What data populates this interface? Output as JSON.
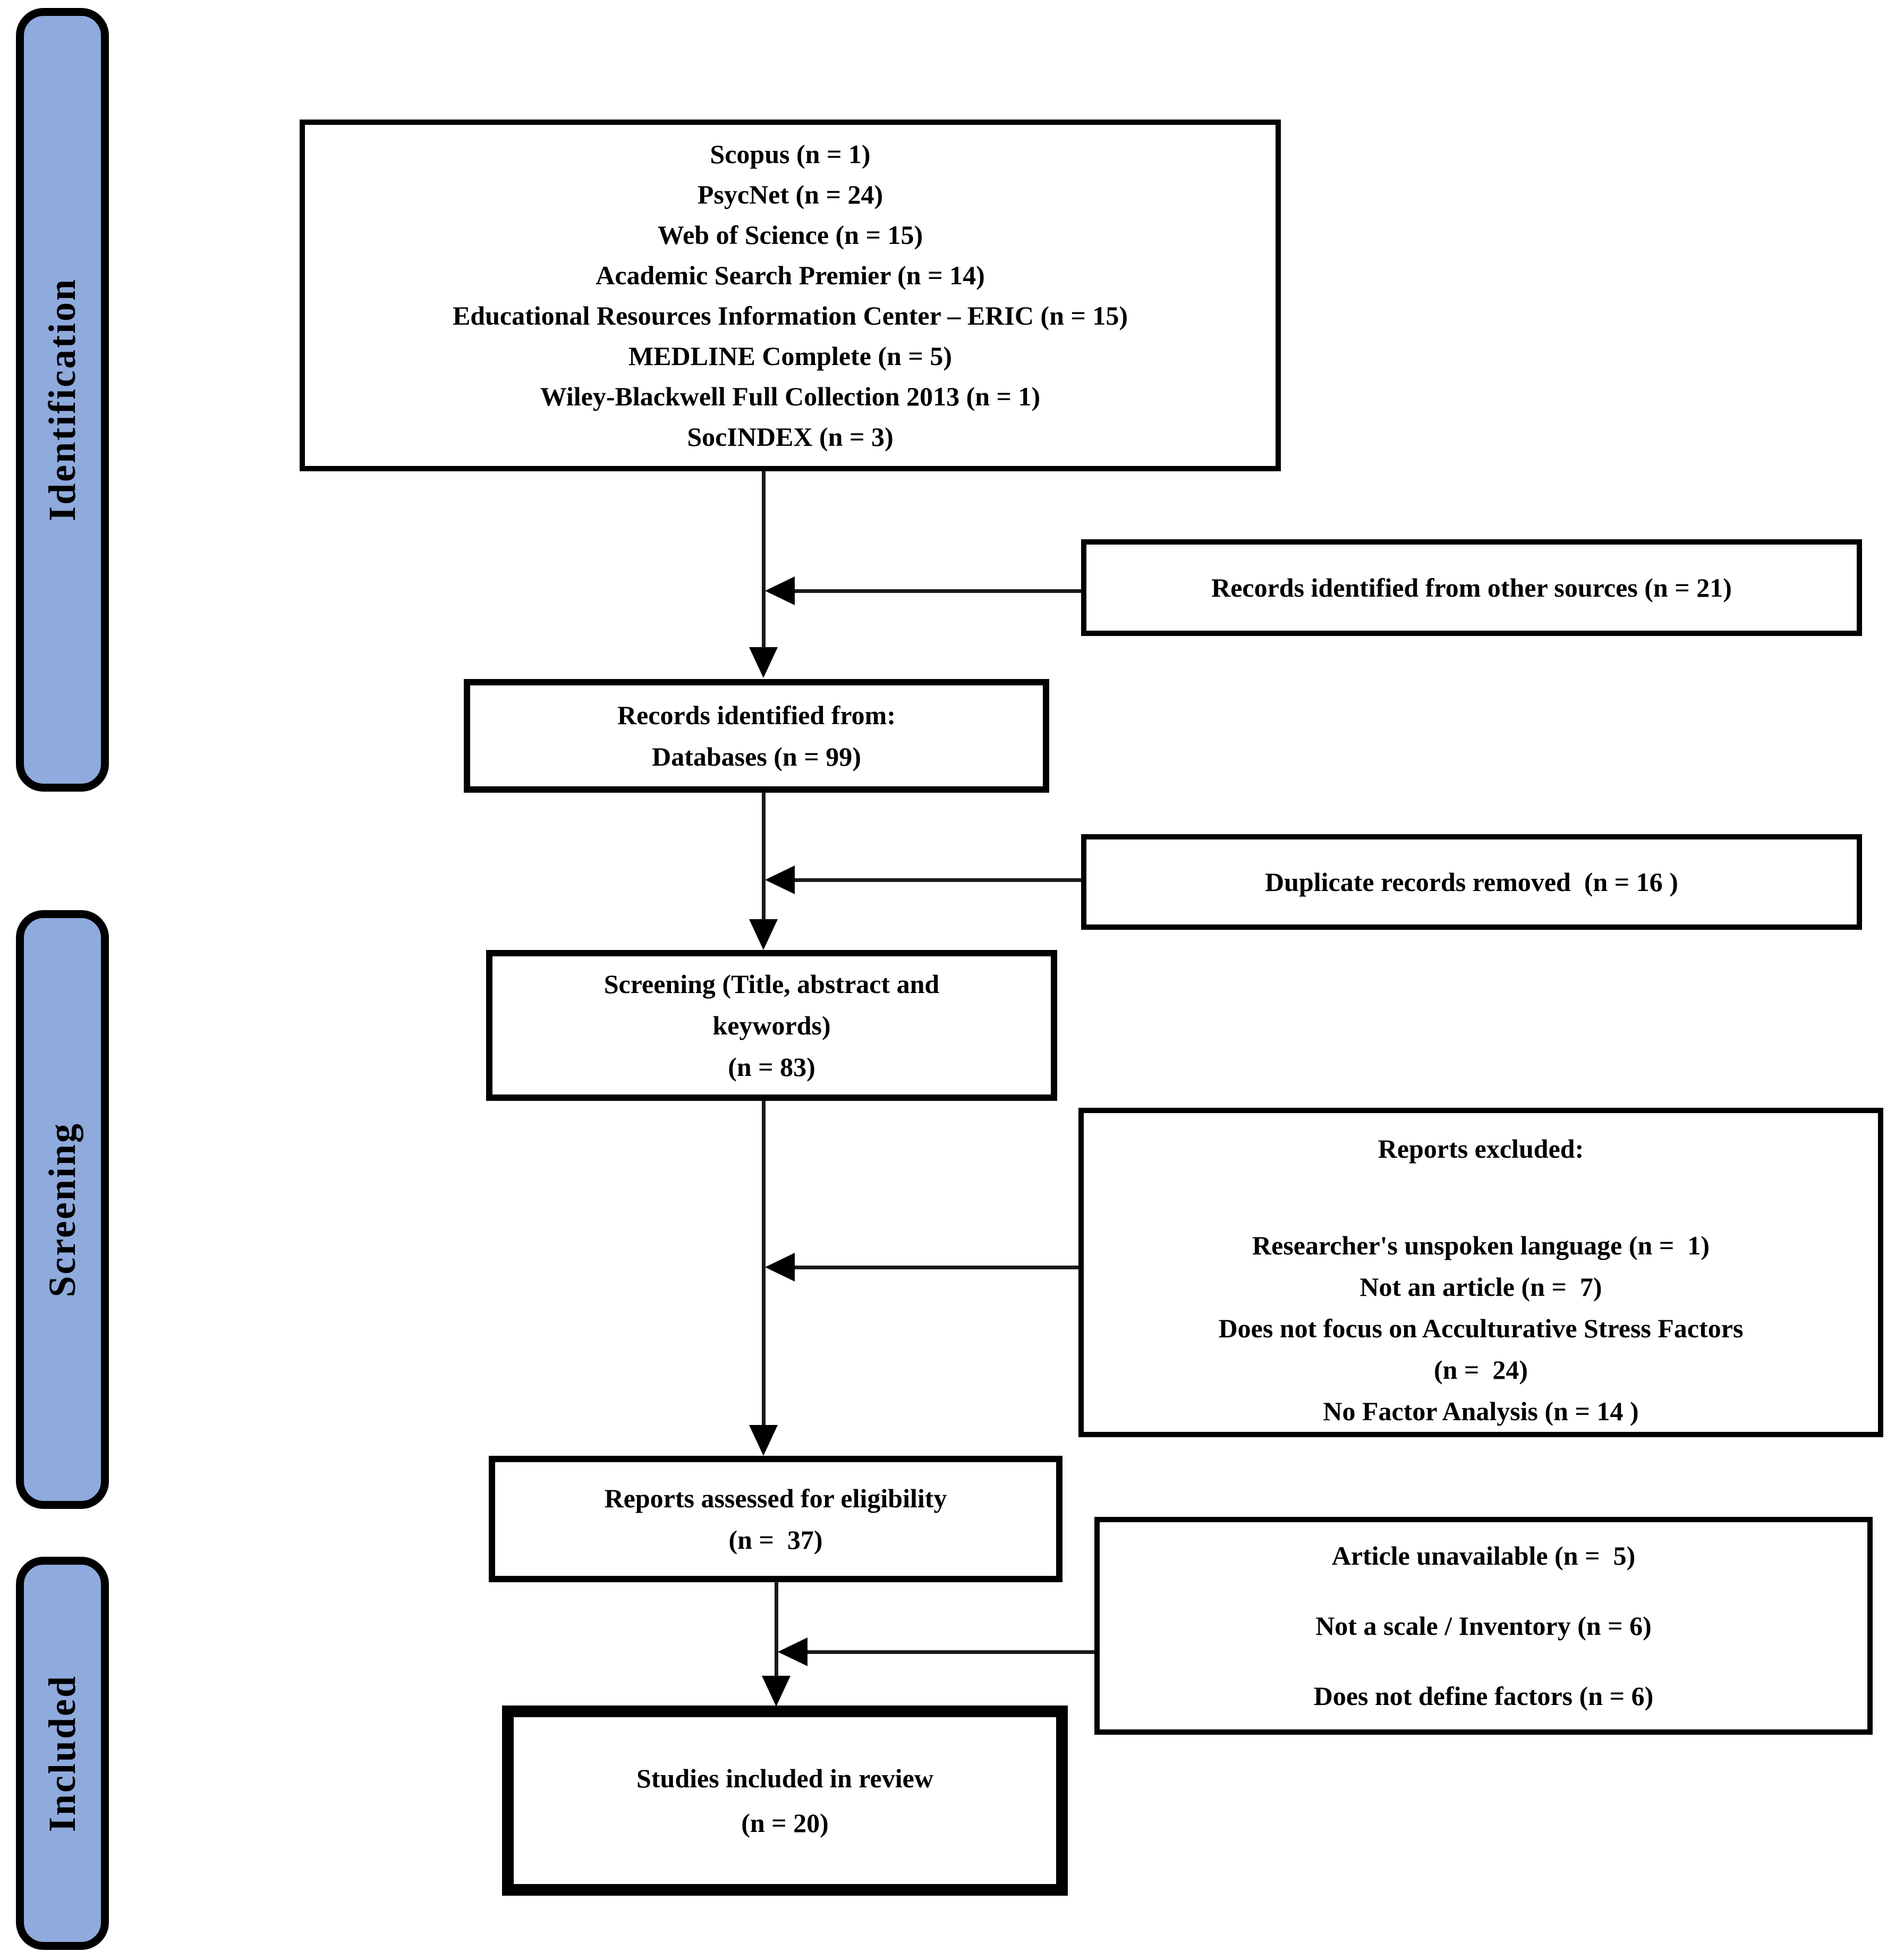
{
  "figure": {
    "type": "PRISMA systematic review flow diagram"
  },
  "colors": {
    "bar_fill": "#8faadc",
    "stroke": "#000000",
    "background": "#ffffff"
  },
  "stages": {
    "identification": "Identification",
    "screening": "Screening",
    "included": "Included"
  },
  "boxes": {
    "databases": {
      "lines": [
        "Scopus (n = 1)",
        "PsycNet (n = 24)",
        "Web of Science (n = 15)",
        "Academic Search Premier (n = 14)",
        "Educational Resources Information Center – ERIC (n = 15)",
        "MEDLINE Complete (n = 5)",
        "Wiley-Blackwell Full Collection 2013 (n = 1)",
        "SocINDEX (n = 3)"
      ]
    },
    "other_sources": {
      "text": "Records identified from other sources (n = 21)"
    },
    "records": {
      "lines": [
        "Records identified from:",
        "Databases (n = 99)"
      ]
    },
    "duplicates": {
      "text": "Duplicate records removed  (n = 16 )"
    },
    "screening_box": {
      "lines": [
        "Screening (Title, abstract and",
        "keywords)",
        "(n = 83)"
      ]
    },
    "excluded": {
      "title": "Reports excluded:",
      "lines": [
        "Researcher's unspoken language (n =  1)",
        "Not an article (n =  7)",
        "Does not focus on Acculturative Stress Factors",
        "(n =  24)",
        "No Factor Analysis (n = 14 )"
      ]
    },
    "assessed": {
      "lines": [
        "Reports assessed for eligibility",
        "(n =  37)"
      ]
    },
    "unavailable": {
      "lines": [
        "Article unavailable (n =  5)",
        "Not a scale / Inventory (n = 6)",
        "Does not define factors (n = 6)"
      ]
    },
    "included_box": {
      "lines": [
        "Studies included in review",
        "(n = 20)"
      ]
    }
  }
}
